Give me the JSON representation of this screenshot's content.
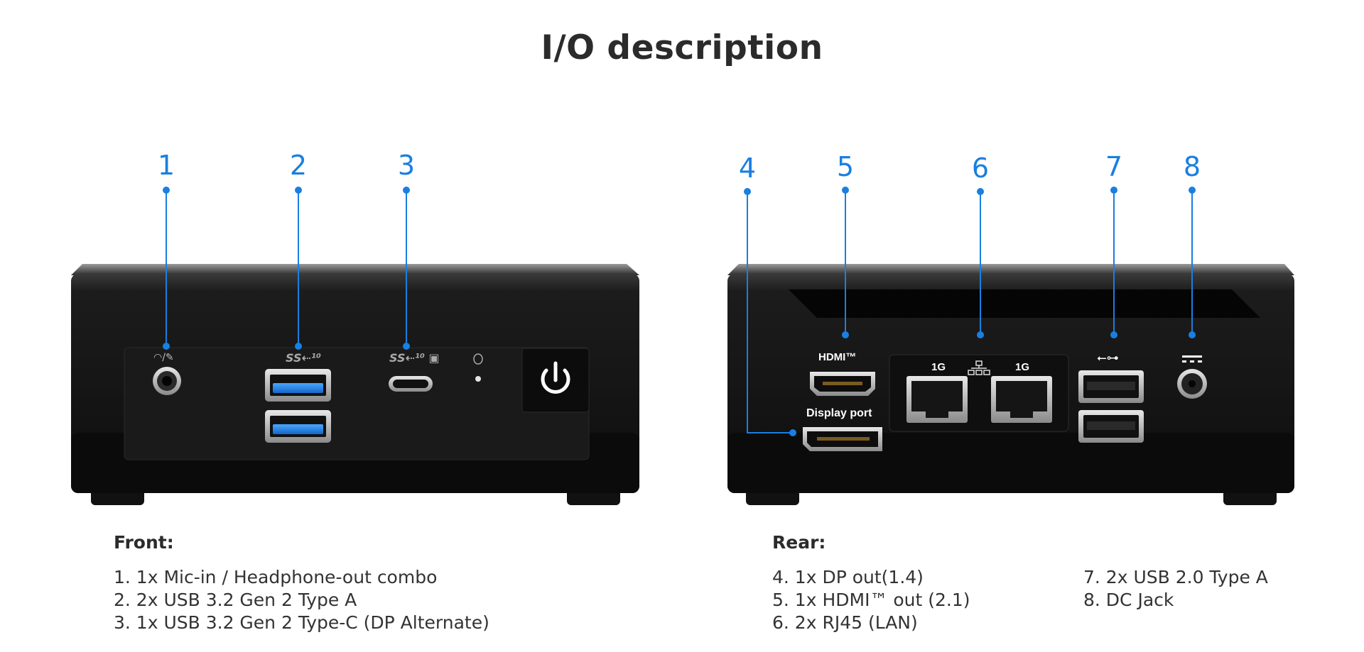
{
  "title": "I/O description",
  "accent_color": "#1a7fe0",
  "front": {
    "heading": "Front:",
    "items": [
      "1. 1x Mic-in / Headphone-out combo",
      "2. 2x USB 3.2 Gen 2 Type A",
      "3. 1x USB 3.2 Gen 2 Type-C (DP Alternate)"
    ],
    "callouts": [
      "1",
      "2",
      "3"
    ],
    "power_icon": "power-icon",
    "audio_icon": "headphone-mic-icon",
    "usb_icon": "usb-ss10-icon"
  },
  "rear": {
    "heading": "Rear:",
    "items_col1": [
      "4. 1x DP out(1.4)",
      "5. 1x HDMI™ out (2.1)",
      "6. 2x RJ45 (LAN)"
    ],
    "items_col2": [
      "7. 2x USB 2.0 Type A",
      "8. DC Jack"
    ],
    "callouts": [
      "4",
      "5",
      "6",
      "7",
      "8"
    ],
    "hdmi_label": "HDMI™",
    "dp_label": "Display port",
    "lan_labels": [
      "1G",
      "1G"
    ]
  }
}
